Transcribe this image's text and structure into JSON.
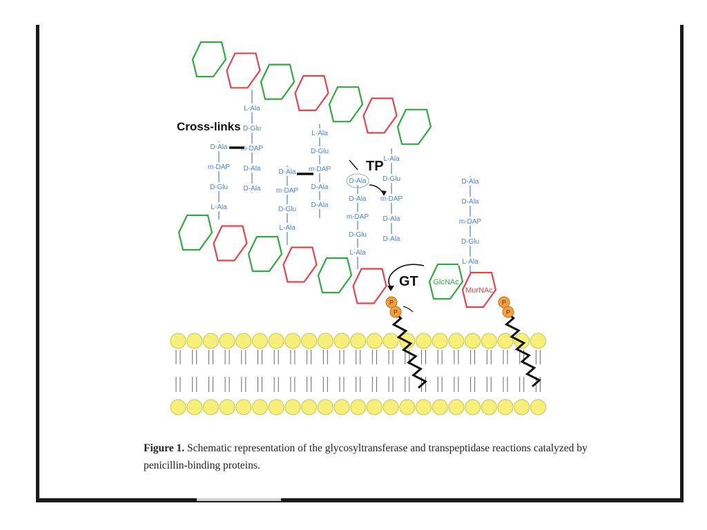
{
  "figure": {
    "cross_links_label": "Cross-links",
    "tp_label": "TP",
    "gt_label": "GT",
    "glcnac_label": "GlcNAc",
    "murnac_label": "MurNAc",
    "phosphate_label": "P",
    "caption_label": "Figure 1.",
    "caption_text": "Schematic representation of the glycosyltransferase and transpeptidase reactions catalyzed by penicillin-binding proteins.",
    "peptides": {
      "upper_1": [
        "L-Ala",
        "D-Glu",
        "m-DAP",
        "D-Ala",
        "D-Ala"
      ],
      "lower_1": [
        "D-Ala",
        "m-DAP",
        "D-Glu",
        "L-Ala"
      ],
      "upper_2": [
        "L-Ala",
        "D-Glu",
        "m-DAP",
        "D-Ala",
        "D-Ala"
      ],
      "lower_2": [
        "D-Ala",
        "m-DAP",
        "D-Glu",
        "L-Ala"
      ],
      "upper_3": [
        "L-Ala",
        "D-Glu",
        "m-DAP",
        "D-Ala",
        "D-Ala"
      ],
      "lower_3": [
        "D-Ala",
        "D-Ala",
        "m-DAP",
        "D-Glu",
        "L-Ala"
      ],
      "monomer": [
        "D-Ala",
        "D-Ala",
        "m-DAP",
        "D-Glu",
        "L-Ala"
      ]
    },
    "colors": {
      "glcnac": "#2eaa3c",
      "murnac": "#e8414c",
      "peptide": "#4a7fd4",
      "lipid_head": "#f6f07a",
      "phosphate": "#f0a040"
    }
  }
}
